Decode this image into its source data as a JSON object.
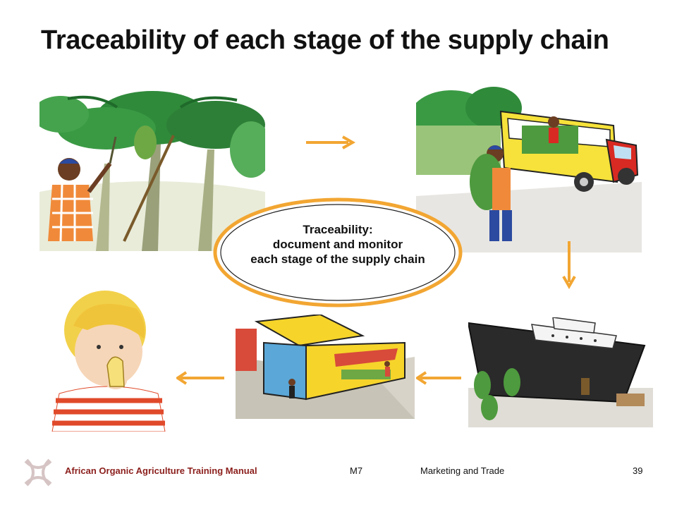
{
  "title": "Traceability of each stage of the supply chain",
  "center_callout": {
    "line1": "Traceability:",
    "line2": "document and monitor",
    "line3": "each stage of the supply chain"
  },
  "illustrations": [
    {
      "scene": "farmer-harvesting-bananas"
    },
    {
      "scene": "loading-bananas-onto-truck"
    },
    {
      "scene": "shipping-by-cargo-ship"
    },
    {
      "scene": "market-store"
    },
    {
      "scene": "child-eating-banana"
    }
  ],
  "colors": {
    "arrow": "#f2a632",
    "ellipse_border": "#f2a632",
    "footer_manual": "#8b1f1c"
  },
  "footer": {
    "manual": "African Organic Agriculture Training Manual",
    "module": "M7",
    "topic": "Marketing and Trade",
    "page": "39"
  }
}
